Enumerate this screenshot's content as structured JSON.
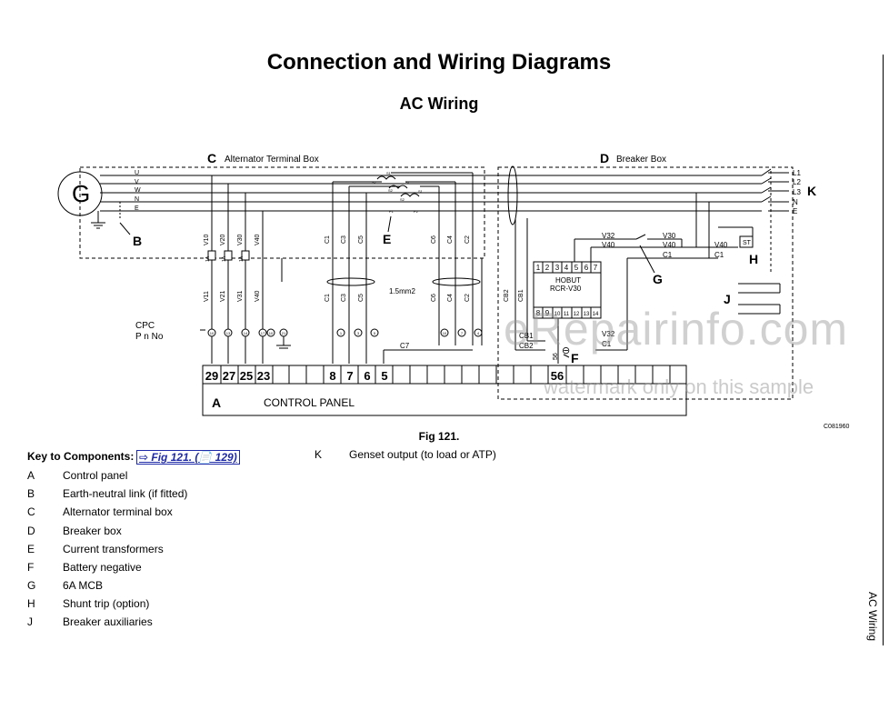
{
  "header": {
    "title": "Connection and Wiring Diagrams",
    "section": "AC Wiring"
  },
  "figure": {
    "caption": "Fig 121.",
    "code": "C081960",
    "labels": {
      "C": "C",
      "C_text": "Alternator Terminal Box",
      "D": "D",
      "D_text": "Breaker Box",
      "B": "B",
      "E": "E",
      "F": "F",
      "G": "G",
      "H": "H",
      "J": "J",
      "K": "K",
      "A": "A",
      "control_panel": "CONTROL PANEL",
      "generator": "G",
      "cpc": "CPC",
      "pnno": "P n No",
      "cable": "1.5mm2",
      "hobut": "HOBUT",
      "rcr": "RCR-V30",
      "st": "ST",
      "c7": "C7",
      "wire56": "56",
      "cb1": "CB1",
      "cb2": "CB2",
      "v32": "V32",
      "v40": "V40",
      "v30": "V30",
      "c1": "C1",
      "neg_symbol": "⊖"
    },
    "phases_left": [
      "U",
      "V",
      "W",
      "N",
      "E"
    ],
    "phases_right": [
      "L1",
      "L2",
      "L3",
      "N",
      "E"
    ],
    "wires_vertical_upper": [
      "V10",
      "V20",
      "V30",
      "V40"
    ],
    "wires_vertical_lower": [
      "V11",
      "V21",
      "V31",
      "V40"
    ],
    "fuse_label": "1A",
    "ct_upper": [
      "C1",
      "C3",
      "C5",
      "C6",
      "C4",
      "C2"
    ],
    "ct_lower": [
      "C1",
      "C3",
      "C5",
      "C6",
      "C4",
      "C2"
    ],
    "terminals": [
      "29",
      "27",
      "25",
      "23",
      "8",
      "7",
      "6",
      "5",
      "56"
    ],
    "ferrules": [
      "10",
      "13",
      "14",
      "17",
      "10",
      "21",
      "1",
      "3",
      "5",
      "10",
      "7",
      "4"
    ],
    "relay_top": [
      "1",
      "2",
      "3",
      "4",
      "5",
      "6",
      "7"
    ],
    "relay_bottom": [
      "8",
      "9",
      "10",
      "11",
      "12",
      "13",
      "14"
    ],
    "ct_marks": [
      "S1",
      "S2",
      "S1",
      "S2",
      "S1",
      "S2",
      "P1",
      "P2"
    ]
  },
  "key": {
    "heading": "Key to Components:",
    "link": "⇨ Fig 121. (📄 129)",
    "items": [
      {
        "letter": "A",
        "text": "Control panel"
      },
      {
        "letter": "B",
        "text": "Earth-neutral link (if fitted)"
      },
      {
        "letter": "C",
        "text": "Alternator terminal box"
      },
      {
        "letter": "D",
        "text": "Breaker box"
      },
      {
        "letter": "E",
        "text": "Current transformers"
      },
      {
        "letter": "F",
        "text": "Battery negative"
      },
      {
        "letter": "G",
        "text": "6A MCB"
      },
      {
        "letter": "H",
        "text": "Shunt trip (option)"
      },
      {
        "letter": "J",
        "text": "Breaker auxiliaries"
      }
    ],
    "extra": {
      "letter": "K",
      "text": "Genset output (to load or ATP)"
    }
  },
  "side_tab": "AC Wiring",
  "watermark": {
    "brand": "eRepairinfo.com",
    "note": "watermark only on this sample"
  }
}
